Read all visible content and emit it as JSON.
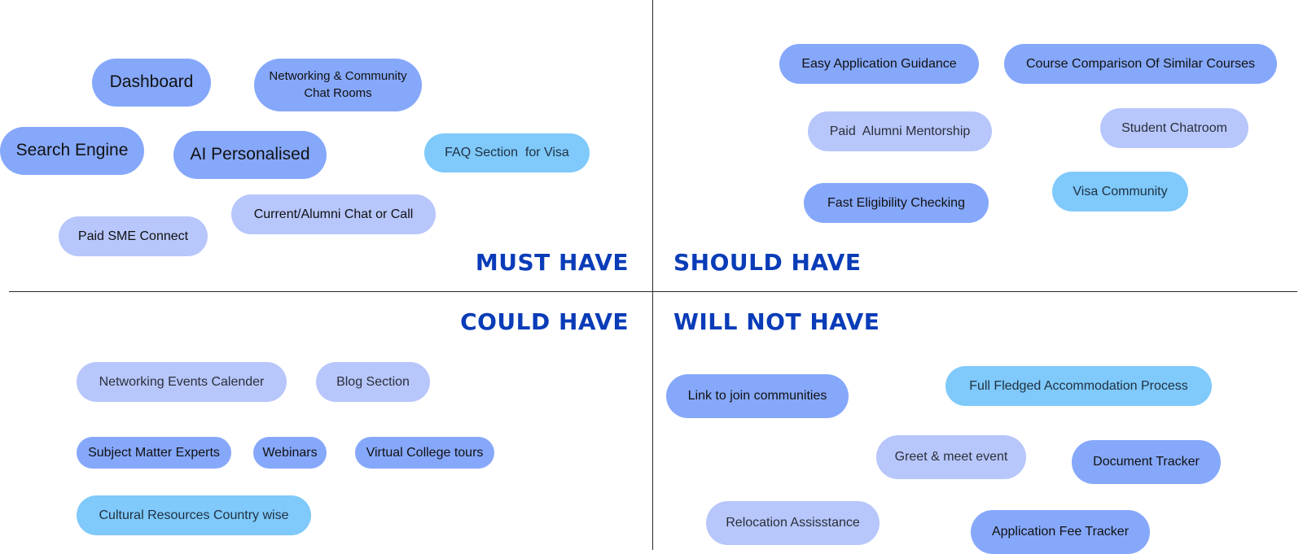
{
  "colors": {
    "quadrant_label": "#0a3cb8",
    "pill_blue": "#86a8fb",
    "pill_lavender": "#b7c6fb",
    "pill_cyan": "#7fc9fb",
    "axis_line": "#2a2a2a"
  },
  "quadrants": {
    "must": {
      "title": "MUST HAVE",
      "items": [
        "Dashboard",
        "Networking & Community Chat Rooms",
        "Search Engine",
        "AI Personalised",
        "FAQ Section  for Visa",
        "Current/Alumni Chat or Call",
        "Paid SME Connect"
      ]
    },
    "should": {
      "title": "SHOULD HAVE",
      "items": [
        "Easy Application Guidance",
        "Course Comparison Of Similar Courses",
        "Paid  Alumni Mentorship",
        "Student Chatroom",
        "Fast Eligibility Checking",
        "Visa Community"
      ]
    },
    "could": {
      "title": "COULD HAVE",
      "items": [
        "Networking Events Calender",
        "Blog Section",
        "Subject Matter Experts",
        "Webinars",
        "Virtual College tours",
        "Cultural Resources Country wise"
      ]
    },
    "will_not": {
      "title": "WILL NOT HAVE",
      "items": [
        "Link to join communities",
        "Full Fledged Accommodation Process",
        "Greet & meet event",
        "Document Tracker",
        "Relocation Assisstance",
        "Application Fee Tracker"
      ]
    }
  }
}
